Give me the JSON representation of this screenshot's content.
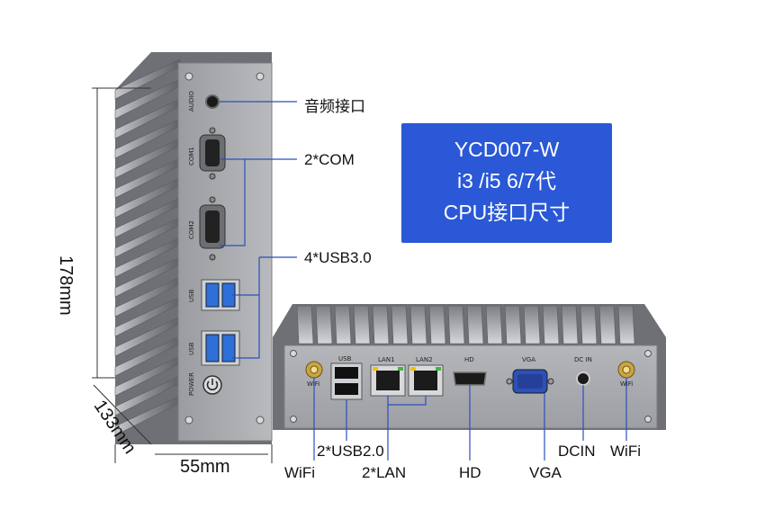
{
  "product_badge": {
    "model": "YCD007-W",
    "cpu": "i3 /i5  6/7代",
    "subtitle": "CPU接口尺寸"
  },
  "callouts_right": [
    "音频接口",
    "2*COM",
    "4*USB3.0"
  ],
  "dimensions": {
    "height": "178mm",
    "depth": "133mm",
    "width": "55mm"
  },
  "side_panel_labels": [
    "AUDIO",
    "COM1",
    "COM2",
    "USB",
    "USB",
    "POWER"
  ],
  "front_panel_labels": [
    "USB",
    "LAN1",
    "LAN2",
    "HD",
    "VGA",
    "DC  IN",
    "WiFi",
    "WiFi"
  ],
  "bottom_labels": {
    "wifi_left": "WiFi",
    "usb2": "2*USB2.0",
    "lan": "2*LAN",
    "hd": "HD",
    "vga": "VGA",
    "dcin": "DCIN",
    "wifi_right": "WiFi"
  },
  "colors": {
    "badge": "#2a58d6",
    "chassis": "#8e9096",
    "usb3": "#2f6fd8",
    "vga": "#2f4fb8"
  }
}
